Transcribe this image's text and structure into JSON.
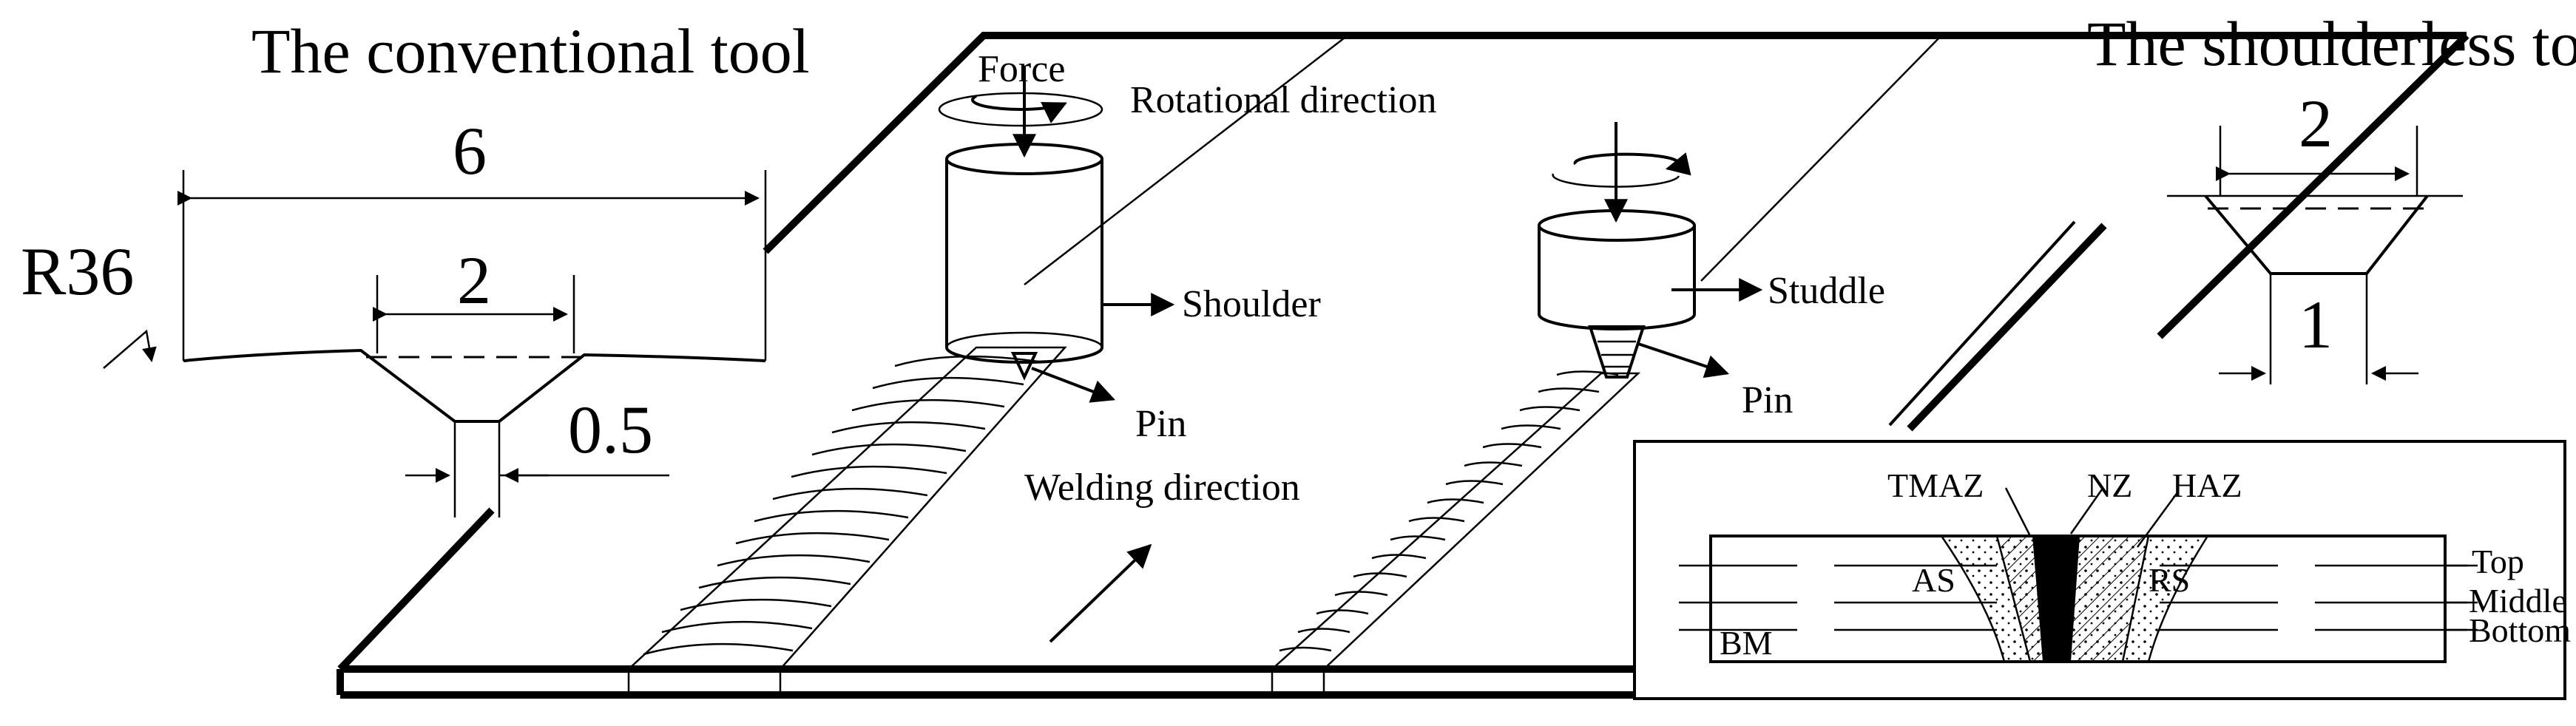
{
  "conventional_tool": {
    "title": "The conventional tool",
    "dim_width": "6",
    "dim_pin": "2",
    "dim_radius": "R36",
    "dim_depth": "0.5"
  },
  "shoulderless_tool": {
    "title": "The shoulderless tool",
    "dim_top": "2",
    "dim_bottom": "1"
  },
  "plate_labels": {
    "force": "Force",
    "rotational_direction": "Rotational direction",
    "shoulder": "Shoulder",
    "pin_left": "Pin",
    "welding_direction": "Welding direction",
    "studdle": "Studdle",
    "pin_right": "Pin"
  },
  "cross_section": {
    "tmaz": "TMAZ",
    "nz": "NZ",
    "haz": "HAZ",
    "as": "AS",
    "rs": "RS",
    "bm": "BM",
    "top": "Top",
    "middle": "Middle",
    "bottom": "Bottom"
  }
}
